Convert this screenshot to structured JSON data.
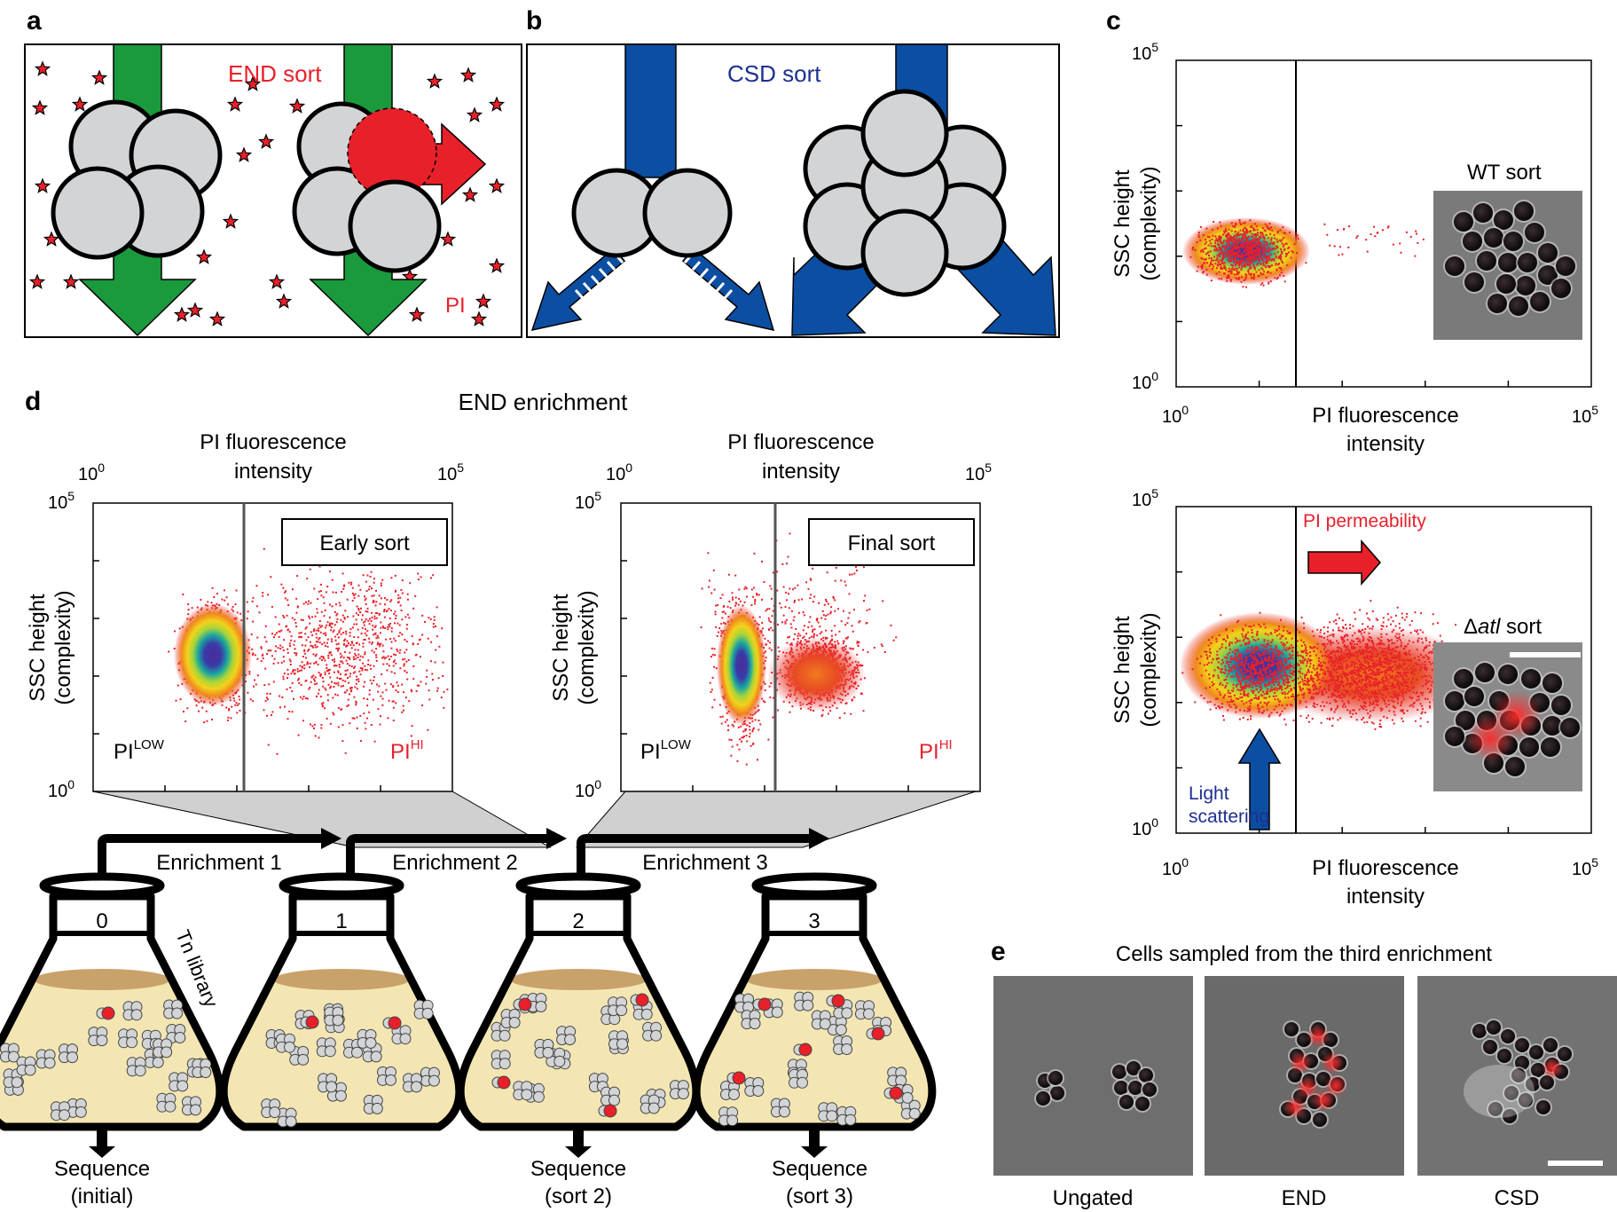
{
  "panels": {
    "a": {
      "letter": "a",
      "title": "END sort",
      "pi_label": "PI"
    },
    "b": {
      "letter": "b",
      "title": "CSD sort"
    },
    "c": {
      "letter": "c",
      "top": {
        "y_label_1": "SSC height",
        "y_label_2": "(complexity)",
        "y_min": "10",
        "y_min_exp": "0",
        "y_max": "10",
        "y_max_exp": "5",
        "x_min": "10",
        "x_min_exp": "0",
        "x_max": "10",
        "x_max_exp": "5",
        "x_label_1": "PI fluorescence",
        "x_label_2": "intensity",
        "inset_title": "WT sort"
      },
      "bottom": {
        "y_label_1": "SSC height",
        "y_label_2": "(complexity)",
        "y_min": "10",
        "y_min_exp": "0",
        "y_max": "10",
        "y_max_exp": "5",
        "x_min": "10",
        "x_min_exp": "0",
        "x_max": "10",
        "x_max_exp": "5",
        "x_label_1": "PI fluorescence",
        "x_label_2": "intensity",
        "arrow_label": "PI permeability",
        "scatter_label_1": "Light",
        "scatter_label_2": "scattering",
        "inset_title_prefix": "Δ",
        "inset_title_gene": "atl",
        "inset_title_suffix": " sort"
      }
    },
    "d": {
      "letter": "d",
      "title": "END enrichment",
      "plot1": {
        "x_label_1": "PI fluorescence",
        "x_label_2": "intensity",
        "y_label_1": "SSC height",
        "y_label_2": "(complexity)",
        "box_label": "Early sort",
        "low_label": "PI",
        "low_sup": "LOW",
        "hi_label": "PI",
        "hi_sup": "HI",
        "x_min": "10",
        "x_min_exp": "0",
        "x_max": "10",
        "x_max_exp": "5",
        "y_min": "10",
        "y_min_exp": "0",
        "y_max": "10",
        "y_max_exp": "5"
      },
      "plot2": {
        "x_label_1": "PI fluorescence",
        "x_label_2": "intensity",
        "y_label_1": "SSC height",
        "y_label_2": "(complexity)",
        "box_label": "Final sort",
        "low_label": "PI",
        "low_sup": "LOW",
        "hi_label": "PI",
        "hi_sup": "HI",
        "x_min": "10",
        "x_min_exp": "0",
        "x_max": "10",
        "x_max_exp": "5",
        "y_min": "10",
        "y_min_exp": "0",
        "y_max": "10",
        "y_max_exp": "5"
      },
      "enrichments": [
        "Enrichment 1",
        "Enrichment 2",
        "Enrichment 3"
      ],
      "flasks": [
        {
          "number": "0",
          "seq_1": "Sequence",
          "seq_2": "(initial)",
          "side_label": "Tn library"
        },
        {
          "number": "1",
          "seq_1": "",
          "seq_2": ""
        },
        {
          "number": "2",
          "seq_1": "Sequence",
          "seq_2": "(sort 2)"
        },
        {
          "number": "3",
          "seq_1": "Sequence",
          "seq_2": "(sort 3)"
        }
      ]
    },
    "e": {
      "letter": "e",
      "title": "Cells sampled from the third enrichment",
      "images": [
        "Ungated",
        "END",
        "CSD"
      ]
    }
  },
  "colors": {
    "green_arrow": "#1a9a3c",
    "blue_arrow": "#0b4ea2",
    "red": "#e8202a",
    "cell_gray": "#d3d4d6",
    "flask_fill": "#f3e6b3",
    "flask_liquid_top": "#c9a26a",
    "title_red": "#e8202a",
    "title_blue": "#1d2f8f",
    "plot_gray": "#d0d0d0"
  }
}
